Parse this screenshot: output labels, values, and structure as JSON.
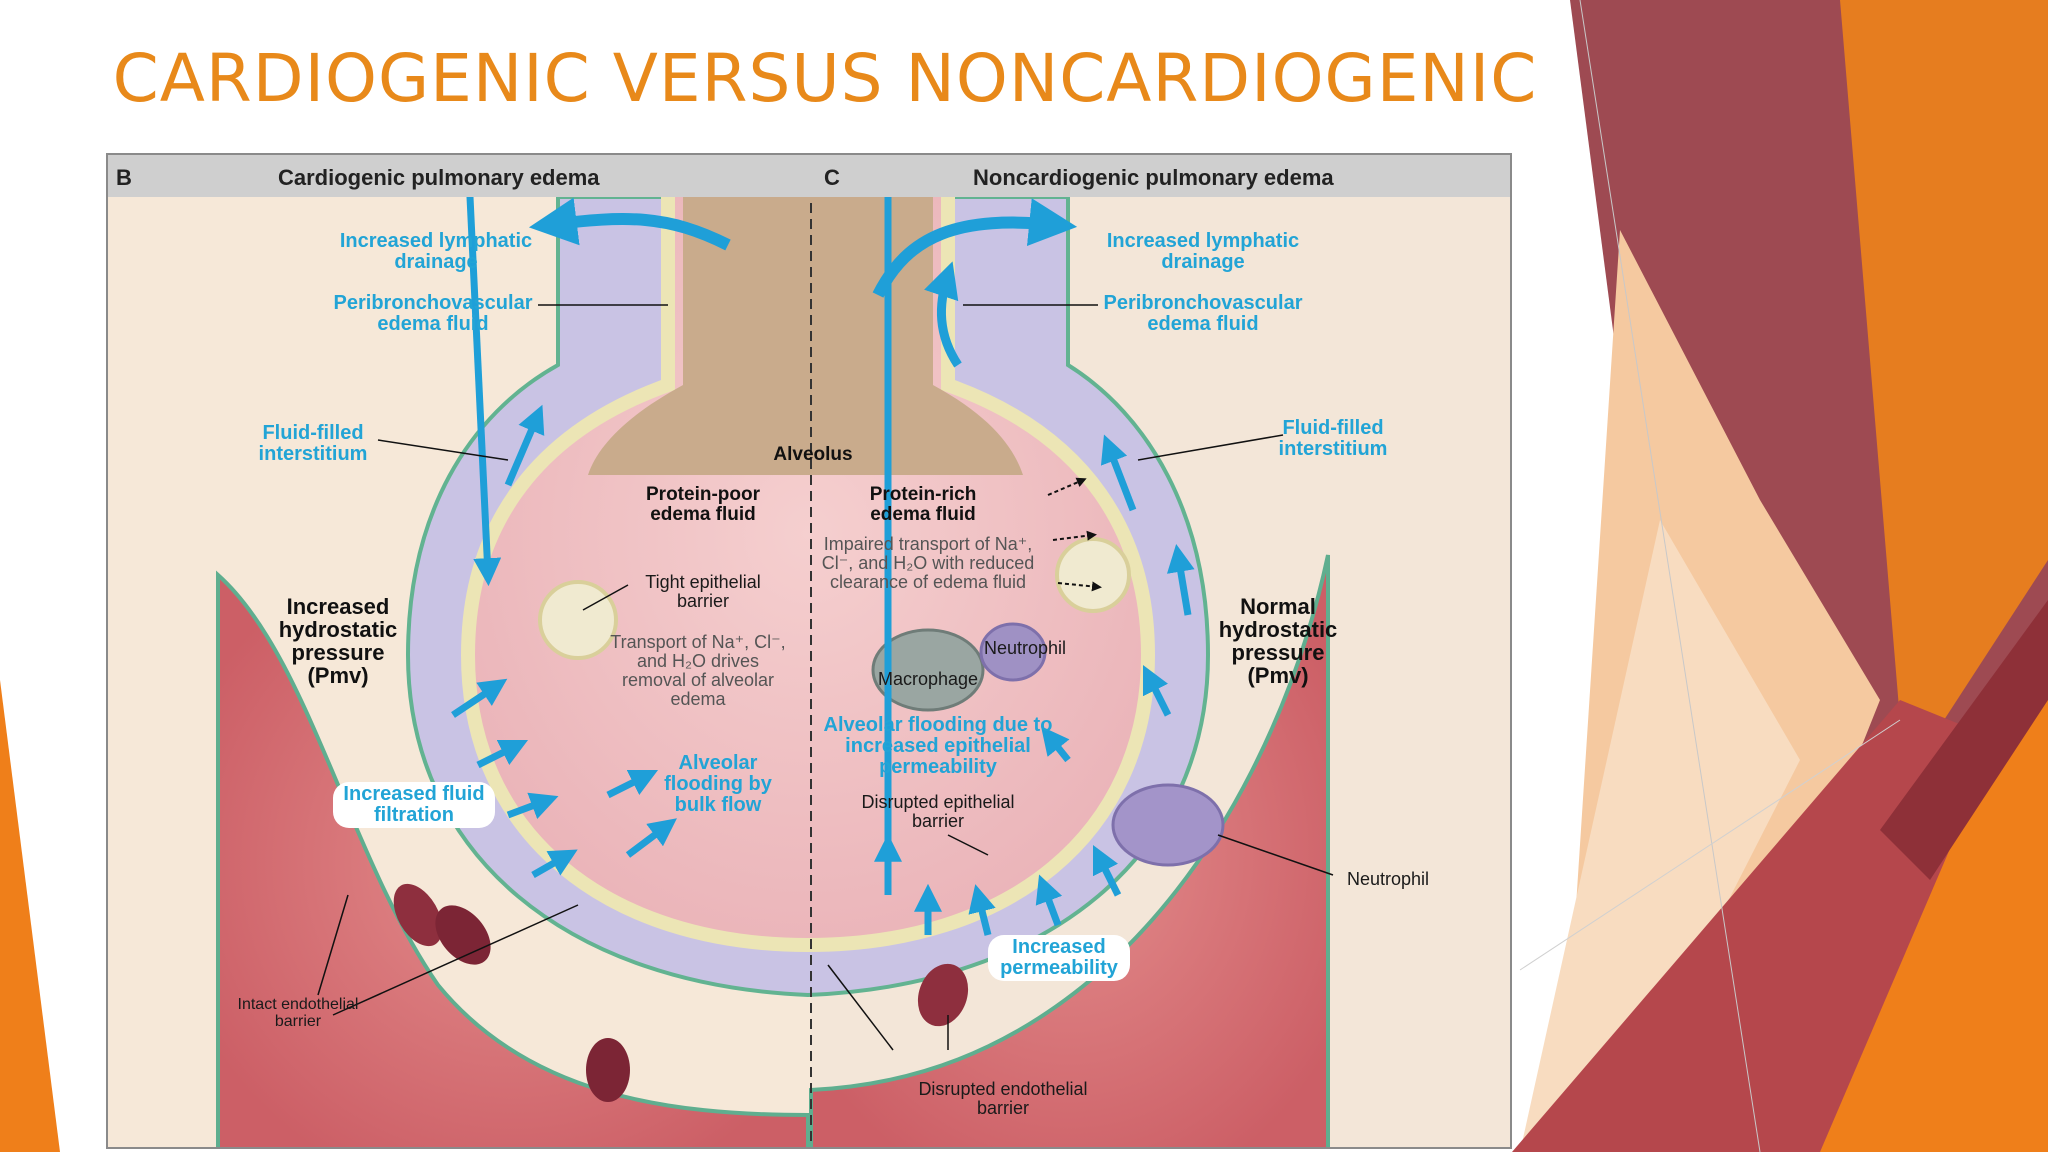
{
  "slide": {
    "title": "CARDIOGENIC VERSUS NONCARDIOGENIC",
    "colors": {
      "title": "#e8891a",
      "accent_orange": "#ef7f1a",
      "accent_red": "#b5474c",
      "label_blue": "#22a4d6"
    }
  },
  "figure": {
    "left_panel": {
      "letter": "B",
      "title": "Cardiogenic pulmonary edema",
      "labels": {
        "lymphatic": "Increased lymphatic drainage",
        "peribronchovascular": "Peribronchovascular edema fluid",
        "interstitium": "Fluid-filled interstitium",
        "fluid": "Protein-poor edema fluid",
        "tight_barrier": "Tight epithelial barrier",
        "transport": "Transport of Na⁺, Cl⁻, and H₂O drives removal of alveolar edema",
        "pressure": "Increased hydrostatic pressure (Pmv)",
        "filtration": "Increased fluid filtration",
        "flooding": "Alveolar flooding by bulk flow",
        "endothelial": "Intact endothelial barrier"
      }
    },
    "right_panel": {
      "letter": "C",
      "title": "Noncardiogenic pulmonary edema",
      "labels": {
        "lymphatic": "Increased lymphatic drainage",
        "peribronchovascular": "Peribronchovascular edema fluid",
        "interstitium": "Fluid-filled interstitium",
        "fluid": "Protein-rich edema fluid",
        "impaired": "Impaired transport of Na⁺, Cl⁻, and H₂O with reduced clearance of edema fluid",
        "neutrophil_inner": "Neutrophil",
        "macrophage": "Macrophage",
        "flooding": "Alveolar flooding due to increased epithelial permeability",
        "disrupted_epithelial": "Disrupted epithelial barrier",
        "pressure": "Normal hydrostatic pressure (Pmv)",
        "neutrophil_outer": "Neutrophil",
        "permeability": "Increased permeability",
        "endothelial": "Disrupted endothelial barrier"
      }
    },
    "center_label": "Alveolus"
  }
}
